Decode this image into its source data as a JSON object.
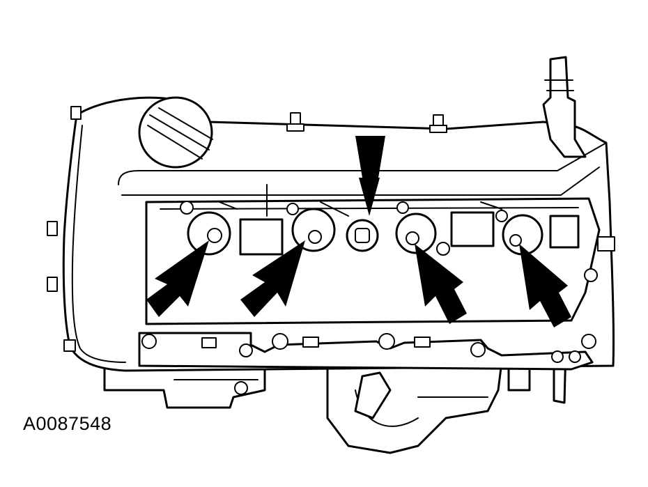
{
  "figure": {
    "id_label": "A0087548"
  },
  "callouts": {
    "count": 5,
    "description_ref": "arrows"
  },
  "colors": {
    "ink": "#000000",
    "paper": "#ffffff"
  }
}
